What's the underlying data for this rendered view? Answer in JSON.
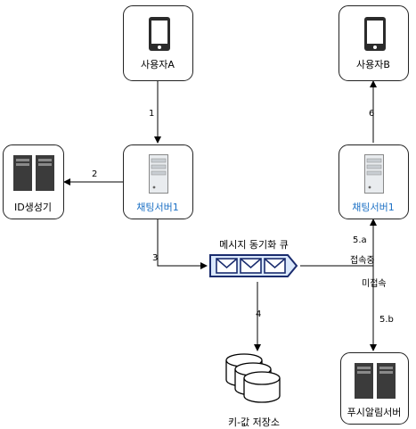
{
  "nodes": {
    "user_a": "사용자A",
    "user_b": "사용자B",
    "id_gen": "ID생성기",
    "chat_server_1": "채팅서버1",
    "chat_server_2": "채팅서버1",
    "queue": "메시지 동기화 큐",
    "kv_store": "키-값 저장소",
    "push_server": "푸시알림서버"
  },
  "edges": {
    "e1": "1",
    "e2": "2",
    "e3": "3",
    "e4": "4",
    "e5a": "5.a",
    "e5b": "5.b",
    "e6": "6",
    "connected": "접속중",
    "not_connected": "미접속"
  },
  "colors": {
    "accent": "#1a6fc4",
    "queue_fill": "#dae8fc",
    "queue_stroke": "#1a2c6e",
    "server_dark": "#3b3b3b"
  }
}
